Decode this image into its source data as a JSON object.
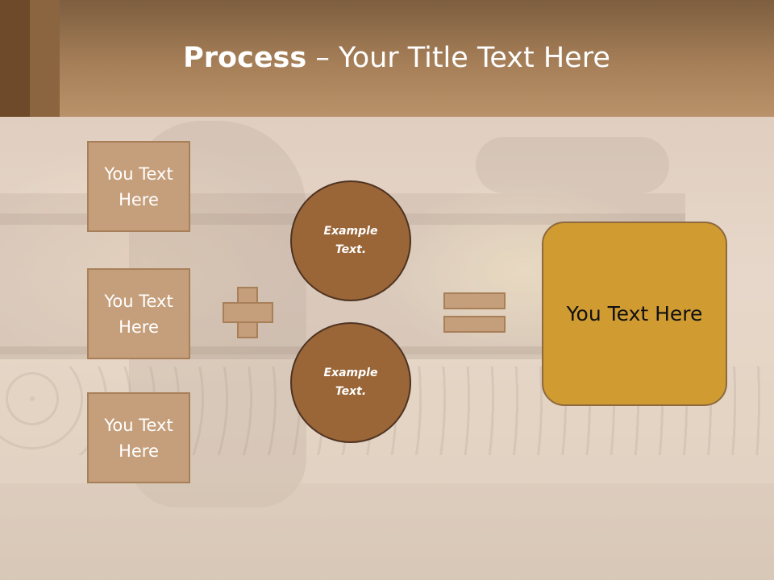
{
  "title": {
    "bold": "Process",
    "rest": " – Your Title Text Here"
  },
  "left_boxes": [
    {
      "label": "You Text Here"
    },
    {
      "label": "You Text Here"
    },
    {
      "label": "You Text Here"
    }
  ],
  "circles": [
    {
      "label": "Example Text."
    },
    {
      "label": "Example Text."
    }
  ],
  "result": {
    "label": "You Text Here"
  },
  "colors": {
    "header": "#a67f58",
    "box_fill": "#c59f7b",
    "circle_fill": "#9a6537",
    "result_fill": "#d09b31"
  }
}
